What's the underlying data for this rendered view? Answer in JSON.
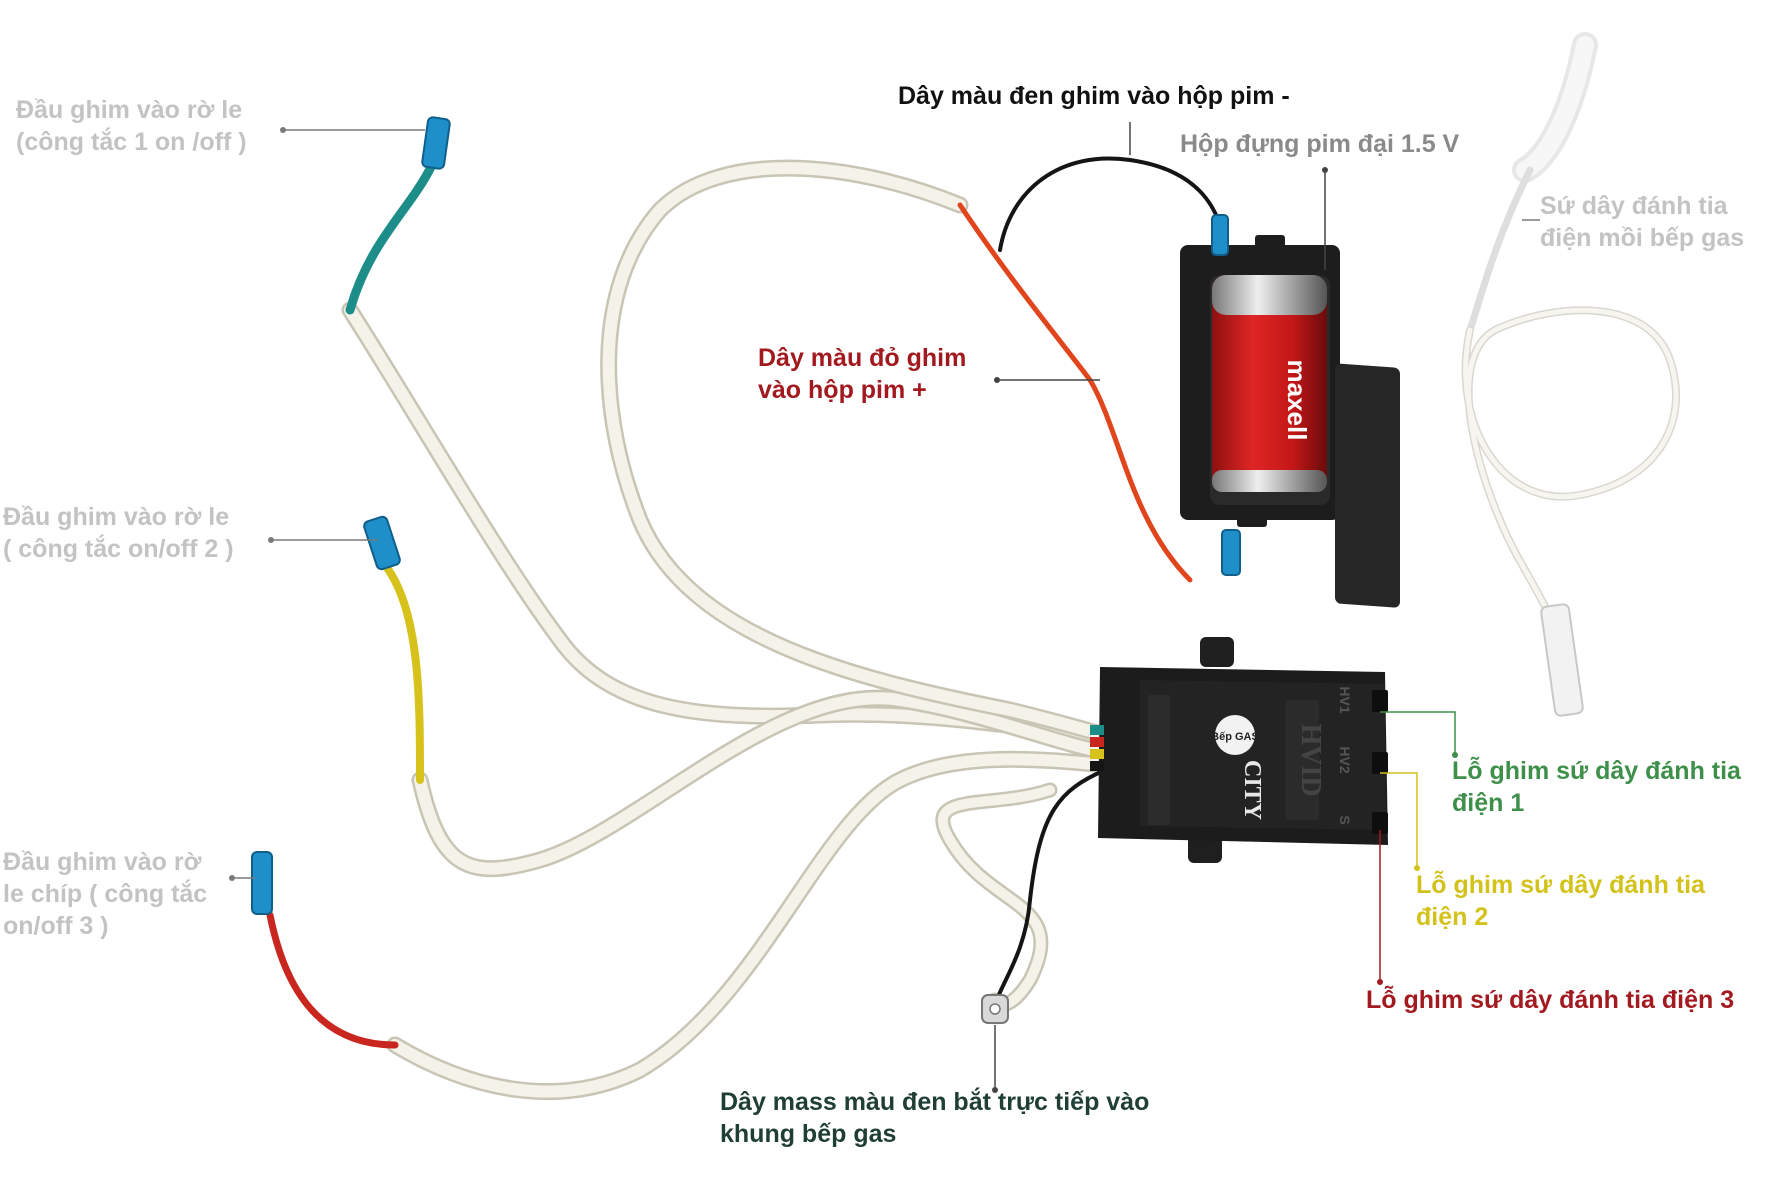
{
  "labels": {
    "connector1": {
      "line1": "Đầu ghim vào rờ le",
      "line2": "(công tắc 1 on /off )"
    },
    "connector2": {
      "line1": "Đầu ghim vào rờ le",
      "line2": "( công tắc on/off 2 )"
    },
    "connector3": {
      "line1": "Đầu ghim vào rờ",
      "line2": "le chíp ( công tắc",
      "line3": "on/off 3 )"
    },
    "black_wire": "Dây màu đen ghim vào hộp pim -",
    "battery_box": "Hộp đựng pim đại 1.5 V",
    "red_wire": {
      "line1": "Dây màu đỏ ghim",
      "line2": "vào hộp pim +"
    },
    "ceramic_electrode": {
      "line1": "Sứ dây đánh tia",
      "line2": "điện mồi bếp gas"
    },
    "spark_hole1": {
      "line1": "Lỗ ghim sứ dây đánh tia",
      "line2": "điện 1"
    },
    "spark_hole2": {
      "line1": "Lỗ ghim sứ dây đánh tia",
      "line2": "điện 2"
    },
    "spark_hole3": "Lỗ ghim sứ dây đánh tia điện 3",
    "ground_wire": {
      "line1": "Dây mass màu đen bắt trực tiếp vào",
      "line2": "khung bếp gas"
    }
  },
  "device_text": {
    "battery_brand": "maxell",
    "module_brand": "CITY",
    "module_sub": "Bếp GAS",
    "module_model": "HVID",
    "port1": "HV1",
    "port2": "HV2",
    "port3": "S"
  },
  "colors": {
    "label_gray": "#c3c3c3",
    "label_red": "#a21a1f",
    "label_green": "#3d8f4a",
    "label_yellow": "#d2c21a",
    "label_darkgreen": "#1f3e36",
    "wire_white": "#f2f0e6",
    "wire_red": "#e0451c",
    "wire_black": "#151515",
    "connector_blue": "#1f8fc9",
    "module_black": "#1c1c1c"
  }
}
